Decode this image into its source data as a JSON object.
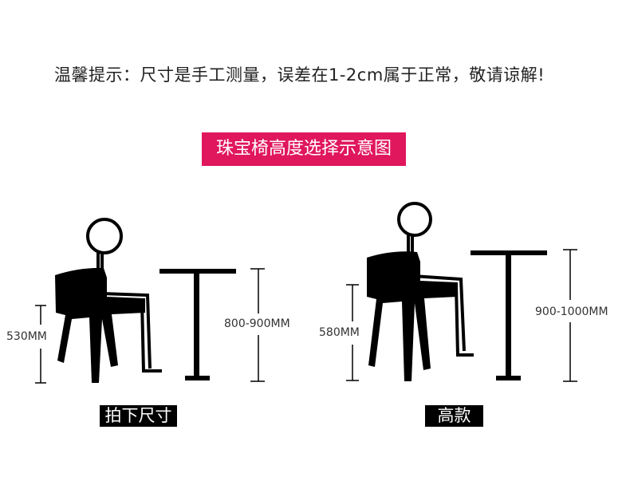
{
  "notice": "温馨提示：尺寸是手工测量，误差在1-2cm属于正常，敬请谅解!",
  "banner": "珠宝椅高度选择示意图",
  "left": {
    "chair_height": "530MM",
    "table_height": "800-900MM",
    "tag": "拍下尺寸"
  },
  "right": {
    "chair_height": "580MM",
    "table_height": "900-1000MM",
    "tag": "高款"
  },
  "colors": {
    "banner": "#e0175d",
    "ink": "#000000"
  }
}
